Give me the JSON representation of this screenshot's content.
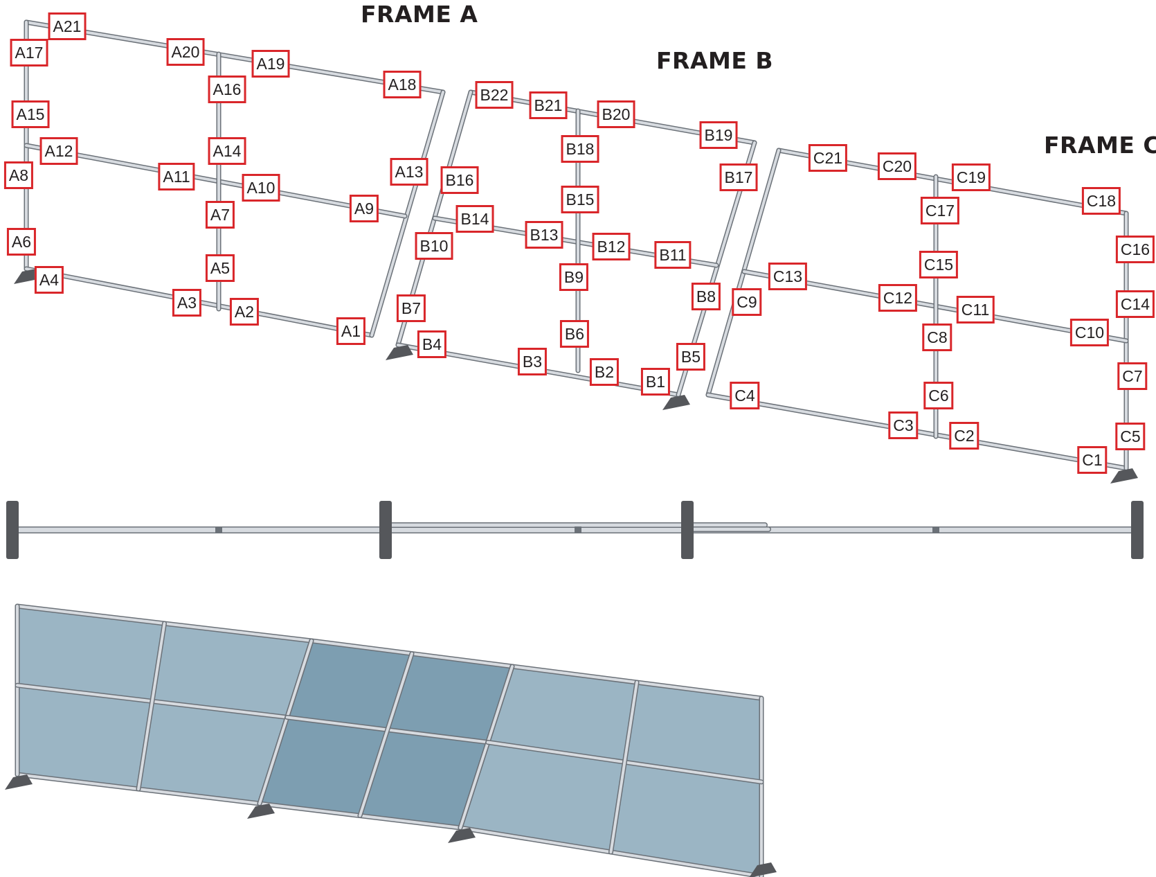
{
  "frames": [
    {
      "id": "a",
      "title": "FRAME A"
    },
    {
      "id": "b",
      "title": "FRAME B"
    },
    {
      "id": "c",
      "title": "FRAME C"
    }
  ],
  "part_labels": {
    "frame_a": [
      "A1",
      "A2",
      "A3",
      "A4",
      "A5",
      "A6",
      "A7",
      "A8",
      "A9",
      "A10",
      "A11",
      "A12",
      "A13",
      "A14",
      "A15",
      "A16",
      "A17",
      "A18",
      "A19",
      "A20",
      "A21"
    ],
    "frame_b": [
      "B1",
      "B2",
      "B3",
      "B4",
      "B5",
      "B6",
      "B7",
      "B8",
      "B9",
      "B10",
      "B11",
      "B12",
      "B13",
      "B14",
      "B15",
      "B16",
      "B17",
      "B18",
      "B19",
      "B20",
      "B21",
      "B22"
    ],
    "frame_c": [
      "C1",
      "C2",
      "C3",
      "C4",
      "C5",
      "C6",
      "C7",
      "C8",
      "C9",
      "C10",
      "C11",
      "C12",
      "C13",
      "C14",
      "C15",
      "C16",
      "C17",
      "C18",
      "C19",
      "C20",
      "C21"
    ]
  },
  "colors": {
    "tag_border": "#d9262a",
    "tube": "#d7dbe0",
    "tube_outline": "#6b7178",
    "foot": "#55575b",
    "panel_light": "#9bb5c4",
    "panel_dark": "#7d9eb1",
    "title_text": "#231f20"
  }
}
